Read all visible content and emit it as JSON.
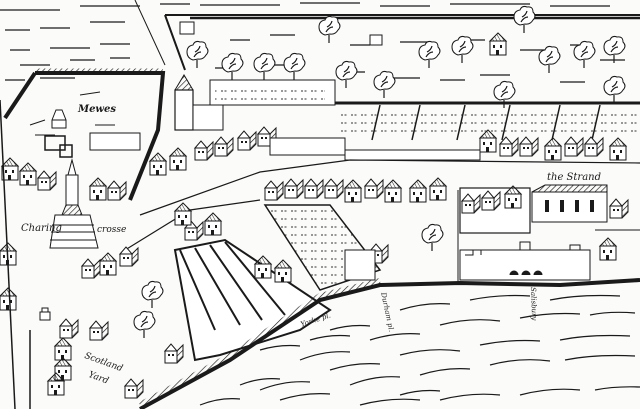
{
  "map": {
    "style": "black-and-white engraved bird's-eye view",
    "ink_color": "#1a1a1a",
    "paper_color": "#fbfbfa",
    "labels": {
      "mewes": "Mewes",
      "charing": "Charing",
      "crosse": "crosse",
      "strand": "the Strand",
      "scotland": "Scotland",
      "yard": "Yard",
      "yorke_place": "Yorke pl.",
      "durham_place": "Durham pl.",
      "salisbury": "Salisbury"
    },
    "features": [
      "Mewes enclosure",
      "Charing Cross monument",
      "the Strand street with houses",
      "Scotland Yard buildings",
      "River Thames",
      "riverside mansions",
      "fields with trees",
      "walled gardens"
    ]
  }
}
